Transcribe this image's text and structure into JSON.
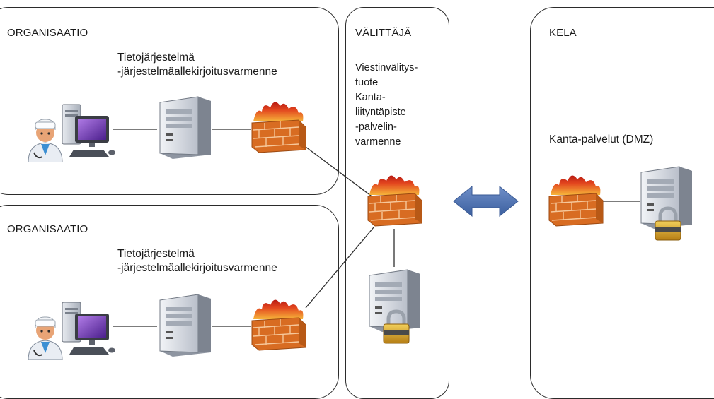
{
  "panels": {
    "org1": {
      "title": "ORGANISAATIO",
      "line1": "Tietojärjestelmä",
      "line2": "-järjestelmäallekirjoitusvarmenne"
    },
    "org2": {
      "title": "ORGANISAATIO",
      "line1": "Tietojärjestelmä",
      "line2": "-järjestelmäallekirjoitusvarmenne"
    },
    "valittaja": {
      "title": "VÄLITTÄJÄ",
      "lines": [
        "Viestinvälitys-",
        "tuote",
        "Kanta-",
        "liityntäpiste",
        "-palvelin-",
        "varmenne"
      ]
    },
    "kela": {
      "title": "KELA",
      "service": "Kanta-palvelut (DMZ)"
    }
  },
  "icons": [
    "doctor-icon",
    "workstation-icon",
    "server-icon",
    "firewall-icon",
    "padlock-icon",
    "double-arrow-icon"
  ],
  "colors": {
    "arrow": "#4a6fae",
    "brick": "#e0782a",
    "flame": "#d8261a",
    "server": "#b9bfca",
    "monitor": "#7b3cbf",
    "lock": "#d9a428"
  }
}
